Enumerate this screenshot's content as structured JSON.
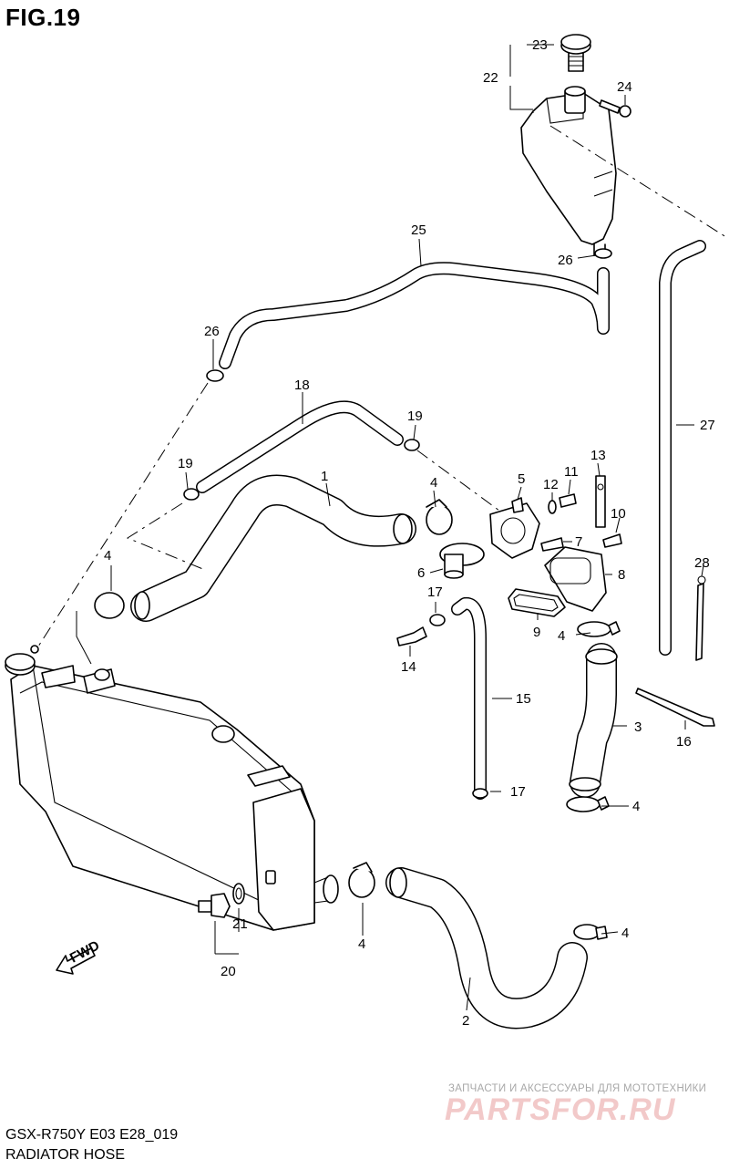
{
  "figure": {
    "title": "FIG.19",
    "model_code": "GSX-R750Y E03 E28_019",
    "name": "RADIATOR HOSE",
    "direction_marker": "FWD"
  },
  "watermark": {
    "line1": "ЗАПЧАСТИ И АКСЕССУАРЫ ДЛЯ МОТОТЕХНИКИ",
    "line2": "PARTSFOR.RU"
  },
  "callouts": {
    "c1": "1",
    "c2": "2",
    "c3": "3",
    "c4a": "4",
    "c4b": "4",
    "c4c": "4",
    "c4d": "4",
    "c4e": "4",
    "c4f": "4",
    "c5": "5",
    "c6": "6",
    "c7": "7",
    "c8": "8",
    "c9": "9",
    "c10": "10",
    "c11": "11",
    "c12": "12",
    "c13": "13",
    "c14": "14",
    "c15": "15",
    "c16": "16",
    "c17a": "17",
    "c17b": "17",
    "c18": "18",
    "c19a": "19",
    "c19b": "19",
    "c20": "20",
    "c21": "21",
    "c22": "22",
    "c23": "23",
    "c24": "24",
    "c25": "25",
    "c26a": "26",
    "c26b": "26",
    "c27": "27",
    "c28": "28"
  }
}
